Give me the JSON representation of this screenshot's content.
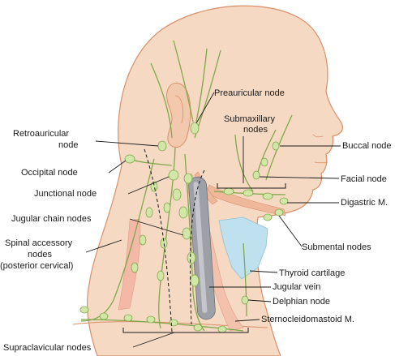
{
  "labels": {
    "preauricular": "Preauricular node",
    "submaxillary_1": "Submaxillary",
    "submaxillary_2": "nodes",
    "buccal": "Buccal node",
    "retroauricular_1": "Retroauricular",
    "retroauricular_2": "node",
    "occipital": "Occipital node",
    "facial": "Facial node",
    "junctional": "Junctional node",
    "digastric": "Digastric M.",
    "jugular_chain": "Jugular chain nodes",
    "spinal_1": "Spinal accessory",
    "spinal_2": "nodes",
    "spinal_3": "(posterior cervical)",
    "submental": "Submental nodes",
    "thyroid": "Thyroid cartilage",
    "jugular_vein": "Jugular vein",
    "delphian": "Delphian node",
    "sternocleidomastoid": "Sternocleidomastoid M.",
    "supraclavicular": "Supraclavicular nodes"
  },
  "colors": {
    "skin": "#f6d9c2",
    "skin_outline": "#d98f6a",
    "node_fill": "#d2e6a8",
    "node_stroke": "#7fa84a",
    "vein": "#9ea0a8",
    "thyroid": "#bfe0ef",
    "muscle": "#f3b8a6"
  }
}
